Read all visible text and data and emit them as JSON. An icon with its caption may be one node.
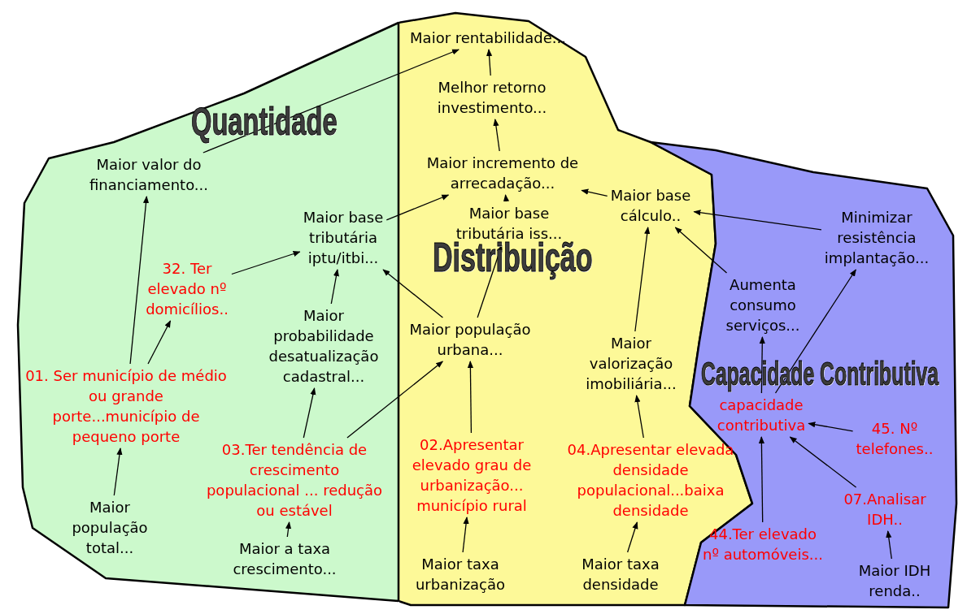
{
  "diagram": {
    "nodes": [
      {
        "text": [
          "Quantidade"
        ]
      },
      {
        "text": [
          "Distribuição"
        ]
      },
      {
        "text": [
          "Capacidade Contributiva"
        ]
      },
      {
        "text": [
          "Maior rentabilidade..."
        ],
        "in": 1
      },
      {
        "text": [
          "Melhor retorno investimento..."
        ],
        "in": 1
      },
      {
        "text": [
          "Maior valor do financiamento..."
        ],
        "in": 0
      },
      {
        "text": [
          "Maior incremento de arrecadação..."
        ],
        "in": 1
      },
      {
        "text": [
          "Maior base cálculo.."
        ],
        "in": 1
      },
      {
        "text": [
          "Minimizar resistência implantação..."
        ],
        "in": 2
      },
      {
        "text": [
          "Maior base tributária iptu/itbi..."
        ],
        "in": 0
      },
      {
        "text": [
          "Maior base tributária iss..."
        ],
        "in": 1
      },
      {
        "text": [
          "32. Ter elevado nº domicílios.."
        ],
        "in": 0
      },
      {
        "text": [
          "Aumenta consumo serviços..."
        ],
        "in": 2
      },
      {
        "text": [
          "Maior probabilidade desatualização cadastral..."
        ],
        "in": 0
      },
      {
        "text": [
          "Maior população urbana..."
        ],
        "in": 1
      },
      {
        "text": [
          "Maior valorização imobiliária..."
        ],
        "in": 1
      },
      {
        "text": [
          "01. Ser município de médio ou grande porte...município de pequeno porte"
        ],
        "in": 0
      },
      {
        "text": [
          "capacidade contributiva"
        ],
        "in": 2
      },
      {
        "text": [
          "45. Nº telefones.."
        ],
        "in": 2
      },
      {
        "text": [
          "03.Ter tendência de crescimento populacional ... redução ou estável"
        ],
        "in": 0
      },
      {
        "text": [
          "02.Apresentar elevado grau de urbanização... município rural"
        ],
        "in": 1
      },
      {
        "text": [
          "04.Apresentar elevada densidade populacional...baixa densidade"
        ],
        "in": 1
      },
      {
        "text": [
          "07.Analisar IDH.."
        ],
        "in": 2
      },
      {
        "text": [
          "44.Ter elevado nº automóveis..."
        ],
        "in": 2
      },
      {
        "text": [
          "Maior população total..."
        ],
        "in": 0
      },
      {
        "text": [
          "Maior a taxa crescimento..."
        ],
        "in": 0
      },
      {
        "text": [
          "Maior taxa urbanização"
        ],
        "in": 1
      },
      {
        "text": [
          "Maior taxa densidade"
        ],
        "in": 1
      },
      {
        "text": [
          "Maior IDH renda.."
        ],
        "in": 2
      }
    ],
    "edges": [
      {
        "from": 4,
        "to": 3,
        "arrow": "to"
      },
      {
        "from": 5,
        "to": 3,
        "arrow": "to"
      },
      {
        "from": 6,
        "to": 4,
        "arrow": "to"
      },
      {
        "from": 7,
        "to": 6,
        "arrow": "to"
      },
      {
        "from": 8,
        "to": 7,
        "arrow": "to"
      },
      {
        "from": 9,
        "to": 6,
        "arrow": "to"
      },
      {
        "from": 10,
        "to": 6,
        "arrow": "to"
      },
      {
        "from": 11,
        "to": 9,
        "arrow": "to"
      },
      {
        "from": 12,
        "to": 7,
        "arrow": "to"
      },
      {
        "from": 17,
        "to": 12,
        "arrow": "to"
      },
      {
        "from": 17,
        "to": 8,
        "arrow": "to"
      },
      {
        "from": 13,
        "to": 9,
        "arrow": "to"
      },
      {
        "from": 14,
        "to": 9,
        "arrow": "to"
      },
      {
        "from": 14,
        "to": 10,
        "arrow": "to"
      },
      {
        "from": 15,
        "to": 7,
        "arrow": "to"
      },
      {
        "from": 16,
        "to": 5,
        "arrow": "to"
      },
      {
        "from": 16,
        "to": 11,
        "arrow": "to"
      },
      {
        "from": 19,
        "to": 13,
        "arrow": "to"
      },
      {
        "from": 19,
        "to": 14,
        "arrow": "to"
      },
      {
        "from": 20,
        "to": 14,
        "arrow": "to"
      },
      {
        "from": 21,
        "to": 15,
        "arrow": "to"
      },
      {
        "from": 24,
        "to": 16,
        "arrow": "to"
      },
      {
        "from": 25,
        "to": 19,
        "arrow": "to"
      },
      {
        "from": 26,
        "to": 20,
        "arrow": "to"
      },
      {
        "from": 27,
        "to": 21,
        "arrow": "to"
      },
      {
        "from": 18,
        "to": 17,
        "arrow": "to"
      },
      {
        "from": 22,
        "to": 17,
        "arrow": "to"
      },
      {
        "from": 23,
        "to": 17,
        "arrow": "to"
      },
      {
        "from": 28,
        "to": 22,
        "arrow": "to"
      }
    ]
  }
}
